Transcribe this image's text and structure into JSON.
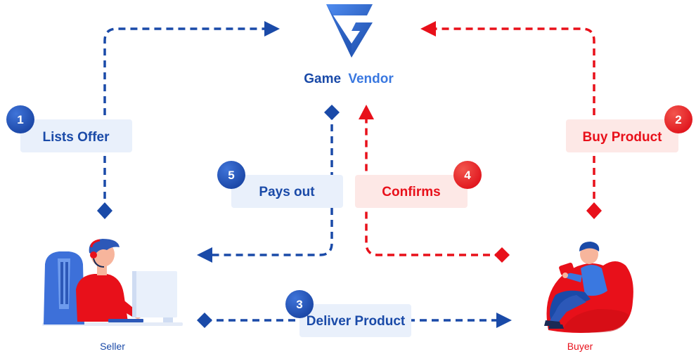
{
  "brand": {
    "name_part1": "Game",
    "name_part2": "Vendor",
    "logo_icon": "g-chevron-logo"
  },
  "roles": {
    "seller": "Seller",
    "buyer": "Buyer"
  },
  "steps": [
    {
      "number": "1",
      "label": "Lists Offer"
    },
    {
      "number": "2",
      "label": "Buy Product"
    },
    {
      "number": "3",
      "label": "Deliver Product"
    },
    {
      "number": "4",
      "label": "Confirms"
    },
    {
      "number": "5",
      "label": "Pays out"
    }
  ],
  "colors": {
    "blue": "#1a4aa8",
    "blue_light": "#3a78e0",
    "red": "#e8101a",
    "blue_box": "#e9f0fb",
    "red_box": "#fde8e6"
  }
}
